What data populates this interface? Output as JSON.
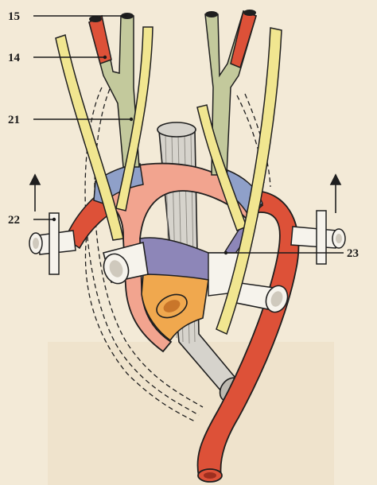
{
  "labels": {
    "l15": "15",
    "l14": "14",
    "l21": "21",
    "l22": "22",
    "l23": "23"
  },
  "colors": {
    "background": "#f3ead7",
    "artery_red": "#dd5138",
    "artery_pink": "#f2a48f",
    "vessel_lavender": "#8d86b8",
    "vessel_blue": "#8fa0c9",
    "vessel_orange": "#f0a84e",
    "vessel_green": "#c3c99c",
    "nerve_yellow": "#f1e690",
    "tube_gray": "#d6d3cc",
    "outline": "#1f1f1f"
  }
}
